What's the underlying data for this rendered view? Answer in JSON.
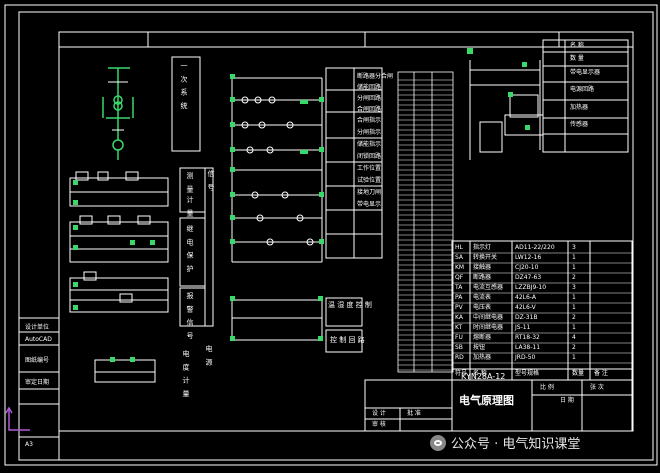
{
  "drawing": {
    "model": "KYN28A-12",
    "title": "电气原理图",
    "sections": {
      "primary": "一 次 系 统",
      "measure": "测 量",
      "meter": "计 量",
      "protect": "保 护",
      "relay": "继 电 保 护",
      "alarm": "报 警 信 号",
      "heater": "温 湿 度 控 制",
      "misc": "信 号",
      "energy": "电 度 计 量",
      "control": "控 制 回 路",
      "power": "电 源"
    },
    "ctrl_labels": [
      "断路器分合闸",
      "储能回路",
      "分闸回路",
      "合闸回路",
      "合闸指示",
      "分闸指示",
      "储能指示",
      "闭锁回路",
      "工作位置",
      "试验位置",
      "接地刀闸",
      "带电显示"
    ],
    "right_labels": [
      "名 称",
      "数 量",
      "带电显示器",
      "电源回路",
      "加热器",
      "传感器"
    ],
    "parts_table": {
      "header": [
        "符号",
        "名 称",
        "型号规格",
        "数量",
        "备 注"
      ],
      "rows": [
        [
          "HL",
          "指示灯",
          "AD11-22/220",
          "3",
          ""
        ],
        [
          "SA",
          "转换开关",
          "LW12-16",
          "1",
          ""
        ],
        [
          "KM",
          "接触器",
          "CJ20-10",
          "1",
          ""
        ],
        [
          "QF",
          "断路器",
          "DZ47-63",
          "2",
          ""
        ],
        [
          "TA",
          "电流互感器",
          "LZZBJ9-10",
          "3",
          ""
        ],
        [
          "PA",
          "电流表",
          "42L6-A",
          "1",
          ""
        ],
        [
          "PV",
          "电压表",
          "42L6-V",
          "1",
          ""
        ],
        [
          "KA",
          "中间继电器",
          "DZ-31B",
          "2",
          ""
        ],
        [
          "KT",
          "时间继电器",
          "JS-11",
          "1",
          ""
        ],
        [
          "FU",
          "熔断器",
          "RT18-32",
          "4",
          ""
        ],
        [
          "SB",
          "按钮",
          "LA38-11",
          "2",
          ""
        ],
        [
          "RD",
          "加热器",
          "JRD-50",
          "1",
          ""
        ]
      ]
    },
    "title_block": {
      "design": "设 计",
      "check": "审 核",
      "approve": "批 准",
      "scale": "比 例",
      "sheet": "张 次",
      "date": "日 期"
    },
    "left_block": [
      "设计单位",
      "AutoCAD",
      "图纸编号",
      "审定日期",
      "A3"
    ]
  },
  "watermark": {
    "text": "公众号 · 电气知识课堂"
  }
}
